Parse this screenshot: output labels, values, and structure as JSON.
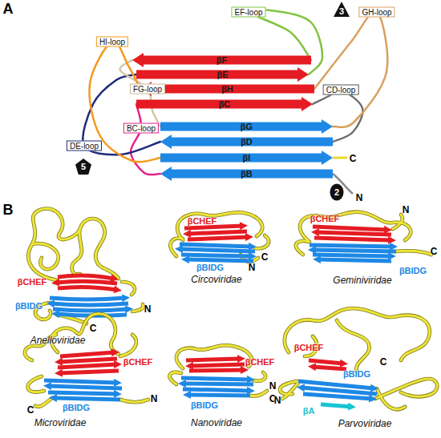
{
  "diagram": {
    "nodes": [
      {
        "text": [
          "3"
        ]
      },
      {
        "text": [
          "βF"
        ]
      },
      {
        "text": [
          "βE"
        ]
      },
      {
        "text": [
          "βH"
        ]
      },
      {
        "text": [
          "βC"
        ]
      },
      {
        "text": [
          "βG"
        ]
      },
      {
        "text": [
          "βD"
        ]
      },
      {
        "text": [
          "βI"
        ]
      },
      {
        "text": [
          "βB"
        ]
      },
      {
        "text": [
          "5"
        ]
      },
      {
        "text": [
          "2"
        ]
      }
    ],
    "edges": [
      {
        "from": 8,
        "to": 4,
        "arrow": "none",
        "label": "BC-loop"
      },
      {
        "from": 4,
        "to": 6,
        "arrow": "none",
        "label": "CD-loop"
      },
      {
        "from": 6,
        "to": 2,
        "arrow": "none",
        "label": "DE-loop"
      },
      {
        "from": 2,
        "to": 1,
        "arrow": "none",
        "label": "EF-loop"
      },
      {
        "from": 1,
        "to": 5,
        "arrow": "none",
        "label": "FG-loop"
      },
      {
        "from": 5,
        "to": 3,
        "arrow": "none",
        "label": "GH-loop"
      },
      {
        "from": 3,
        "to": 7,
        "arrow": "none",
        "label": "HI-loop"
      }
    ],
    "labels": [
      "A",
      "C",
      "N",
      "B",
      "βCHEF",
      "βBIDG",
      "N",
      "C",
      "Anelloviridae",
      "βCHEF",
      "βBIDG",
      "N",
      "C",
      "Circoviridae",
      "βCHEF",
      "N",
      "βBIDG",
      "C",
      "Geminiviridae",
      "βCHEF",
      "βBIDG",
      "C",
      "N",
      "Microviridae",
      "βCHEF",
      "βBIDG",
      "N",
      "C",
      "Nanoviridae",
      "βCHEF",
      "C",
      "βBIDG",
      "N",
      "βA",
      "Parvoviridae"
    ]
  }
}
